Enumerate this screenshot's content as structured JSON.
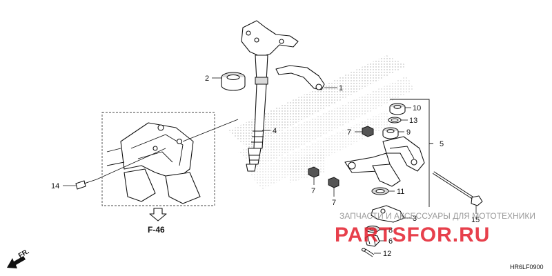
{
  "diagram": {
    "code": "HR6LF0900",
    "reference": "F-46",
    "front_label": "FR.",
    "watermark": {
      "line1": "ЗАПЧАСТИ И АКСЕССУАРЫ ДЛЯ МОТОТЕХНИКИ",
      "line2": "PARTSFOR.RU"
    },
    "callouts": {
      "c1": "1",
      "c2": "2",
      "c3": "3",
      "c4": "4",
      "c5": "5",
      "c6": "6",
      "c7a": "7",
      "c7b": "7",
      "c7c": "7",
      "c8": "8",
      "c9": "9",
      "c10": "10",
      "c11": "11",
      "c12": "12",
      "c13": "13",
      "c14": "14",
      "c15": "15"
    }
  }
}
